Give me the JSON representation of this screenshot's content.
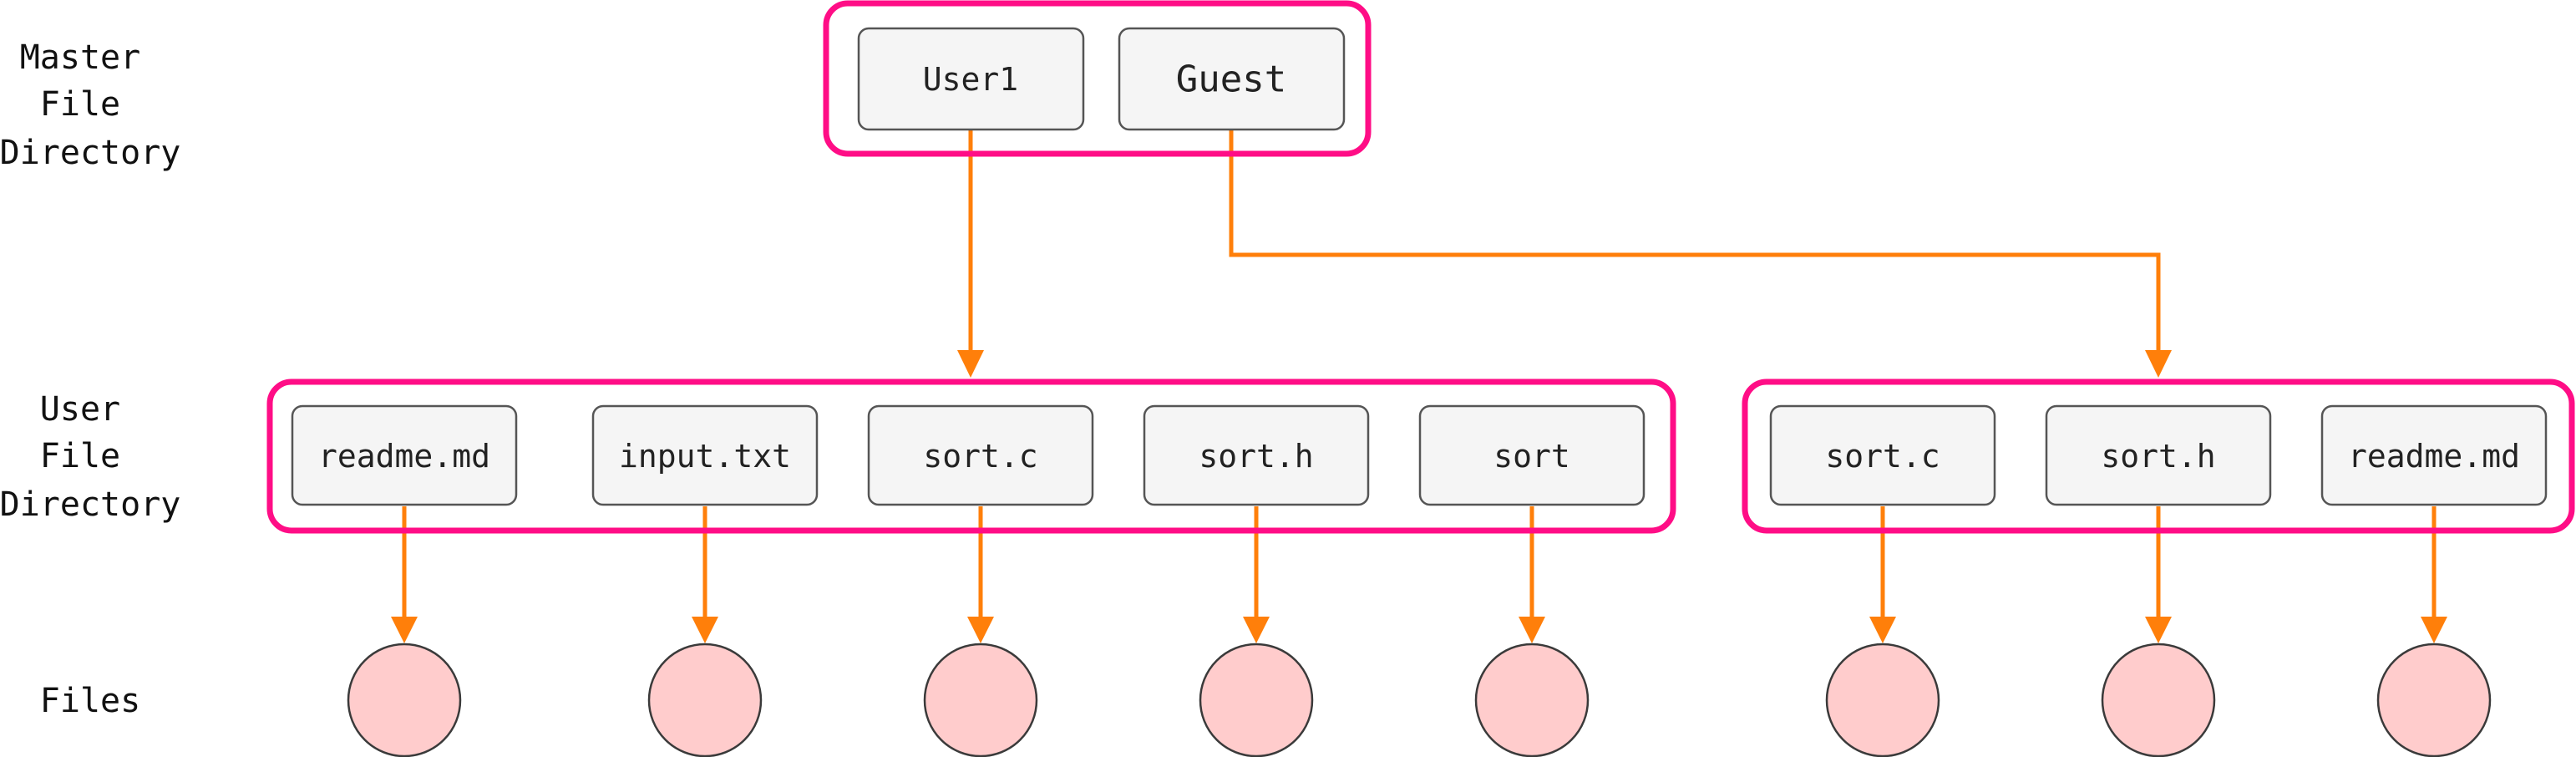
{
  "row_labels": {
    "master": [
      "Master",
      "File",
      "Directory"
    ],
    "user": [
      "User",
      "File",
      "Directory"
    ],
    "files": "Files"
  },
  "master_directory": {
    "entries": [
      "User1",
      "Guest"
    ]
  },
  "user_directories": [
    {
      "owner": "User1",
      "entries": [
        "readme.md",
        "input.txt",
        "sort.c",
        "sort.h",
        "sort"
      ]
    },
    {
      "owner": "Guest",
      "entries": [
        "sort.c",
        "sort.h",
        "readme.md"
      ]
    }
  ],
  "files": {
    "count": 8
  },
  "colors": {
    "group_border": "#ff0d86",
    "arrow": "#ff7f0a",
    "entry_fill": "#f5f5f5",
    "file_fill": "#ffcccc"
  }
}
